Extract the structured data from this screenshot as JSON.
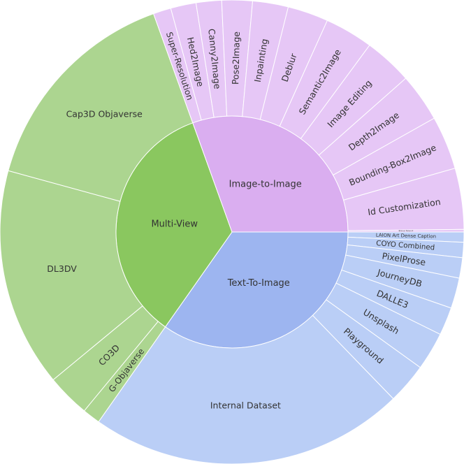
{
  "chart_data": {
    "type": "sunburst",
    "start_angle_deg": 0,
    "direction": "clockwise",
    "colors": {
      "Text-To-Image": {
        "inner": "#9db5f0",
        "outer": "#bacef6"
      },
      "Multi-View": {
        "inner": "#8ac75f",
        "outer": "#acd590"
      },
      "Image-to-Image": {
        "inner": "#daaef0",
        "outer": "#e6c7f6"
      }
    },
    "groups": [
      {
        "name": "Text-To-Image",
        "children": [
          {
            "name": "LAION Art Dense Caption",
            "value": 4
          },
          {
            "name": "COYO Combined",
            "value": 6
          },
          {
            "name": "PixelProse",
            "value": 8
          },
          {
            "name": "JourneyDB",
            "value": 12
          },
          {
            "name": "DALLE3",
            "value": 11
          },
          {
            "name": "Unsplash",
            "value": 15
          },
          {
            "name": "Playground",
            "value": 16
          },
          {
            "name": "Internal Dataset",
            "value": 124
          }
        ]
      },
      {
        "name": "Multi-View",
        "children": [
          {
            "name": "G-Objaverse",
            "value": 7
          },
          {
            "name": "CO3D",
            "value": 17
          },
          {
            "name": "DL3DV",
            "value": 86
          },
          {
            "name": "Cap3D Objaverse",
            "value": 86
          }
        ]
      },
      {
        "name": "Image-to-Image",
        "children": [
          {
            "name": "Super-Resolution",
            "value": 7
          },
          {
            "name": "Hed2Image",
            "value": 10
          },
          {
            "name": "Canny2Image",
            "value": 10
          },
          {
            "name": "Pose2Image",
            "value": 12
          },
          {
            "name": "Inpainting",
            "value": 14
          },
          {
            "name": "Deblur",
            "value": 16
          },
          {
            "name": "Semantic2Image",
            "value": 19
          },
          {
            "name": "Image Editing",
            "value": 19
          },
          {
            "name": "Depth2Image",
            "value": 19
          },
          {
            "name": "Bounding-Box2Image",
            "value": 21
          },
          {
            "name": "Id Customization",
            "value": 24
          },
          {
            "name": "Bilinear Network",
            "value": 1
          }
        ]
      }
    ]
  }
}
